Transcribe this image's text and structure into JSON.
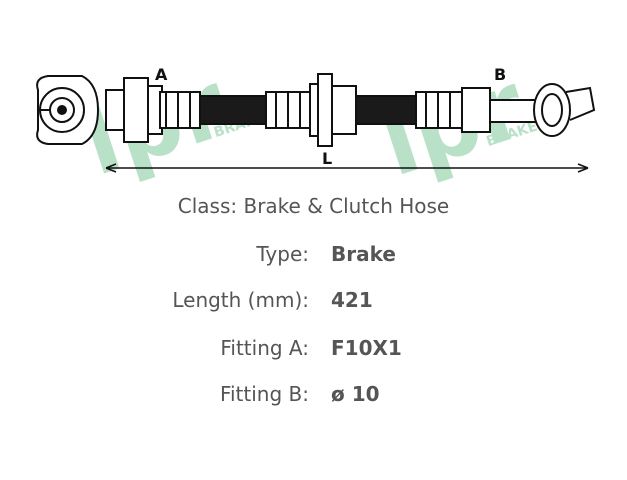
{
  "diagram": {
    "fitting_a_letter": "A",
    "fitting_b_letter": "B",
    "length_letter": "L",
    "watermark_text": "lpr",
    "watermark_sub": "BRAKES",
    "watermark_color": "#7fc99a",
    "line_color": "#111111",
    "hose_color": "#1a1a1a"
  },
  "class_line": "Class: Brake & Clutch Hose",
  "specs": [
    {
      "label": "Type:",
      "value": "Brake"
    },
    {
      "label": "Length (mm):",
      "value": "421"
    },
    {
      "label": "Fitting A:",
      "value": "F10X1"
    },
    {
      "label": "Fitting B:",
      "value": "ø 10"
    }
  ]
}
